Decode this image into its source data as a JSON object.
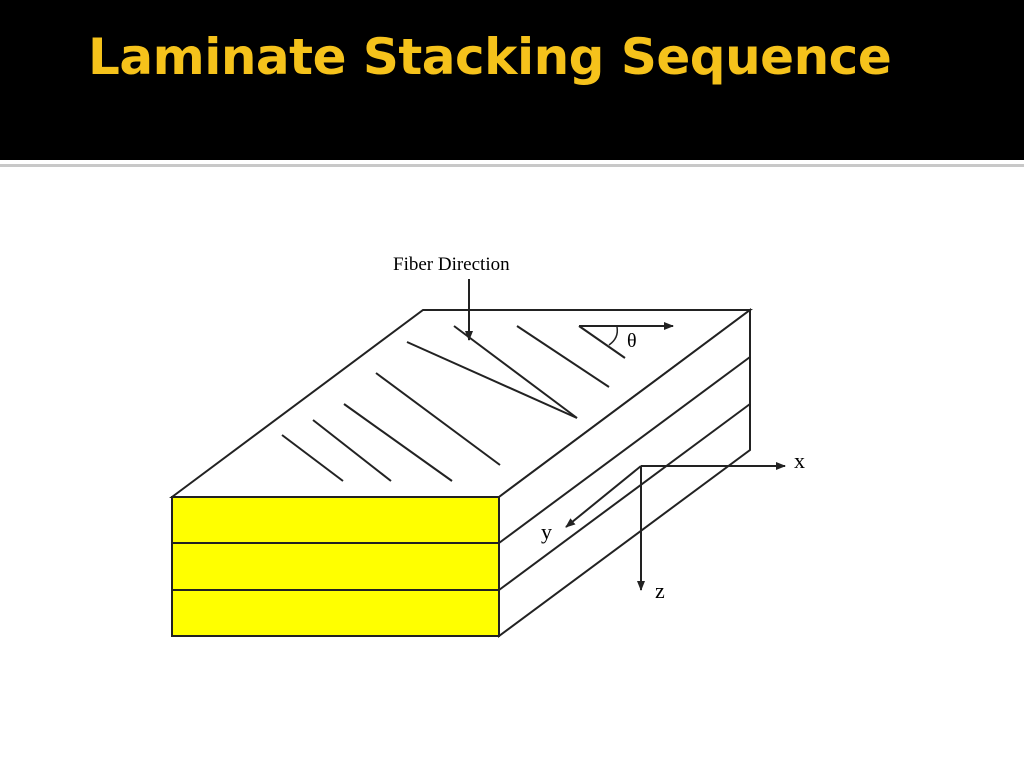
{
  "slide": {
    "title": "Laminate Stacking Sequence"
  },
  "diagram": {
    "fiber_label": "Fiber Direction",
    "theta_label": "θ",
    "axis_x_label": "x",
    "axis_y_label": "y",
    "axis_z_label": "z",
    "layer_count": 3
  },
  "colors": {
    "title_bar": "#000000",
    "title_text": "#f5c21b",
    "layer_fill": "#ffff00",
    "line": "#222222"
  }
}
